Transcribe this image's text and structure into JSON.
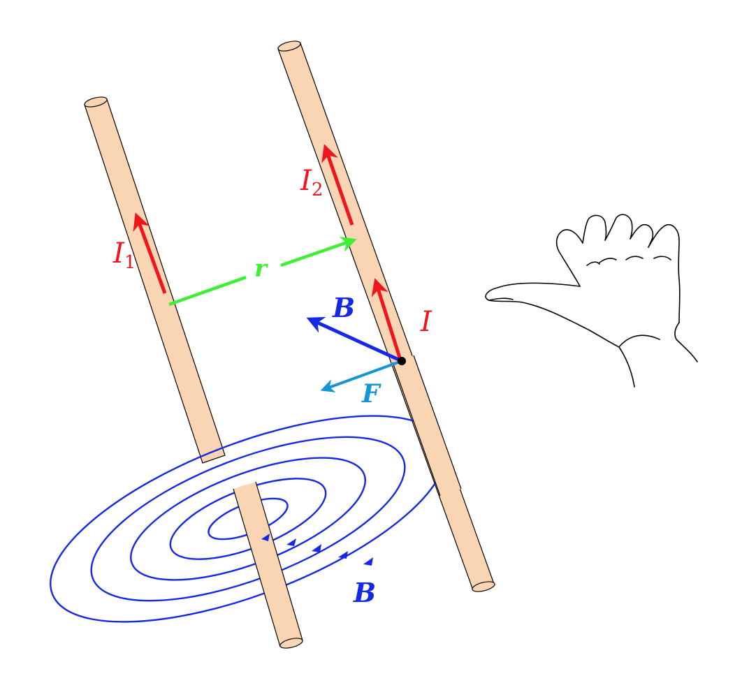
{
  "labels": {
    "I1_main": "I",
    "I1_sub": "1",
    "I2_main": "I",
    "I2_sub": "2",
    "I": "I",
    "r": "r",
    "B_upper": "B",
    "F": "F",
    "B_lower": "B"
  },
  "colors": {
    "wire_fill": "#f9d5b3",
    "current": "#f0141e",
    "field": "#1428e6",
    "force": "#1496d2",
    "distance": "#3cf032",
    "outline": "#000000"
  }
}
